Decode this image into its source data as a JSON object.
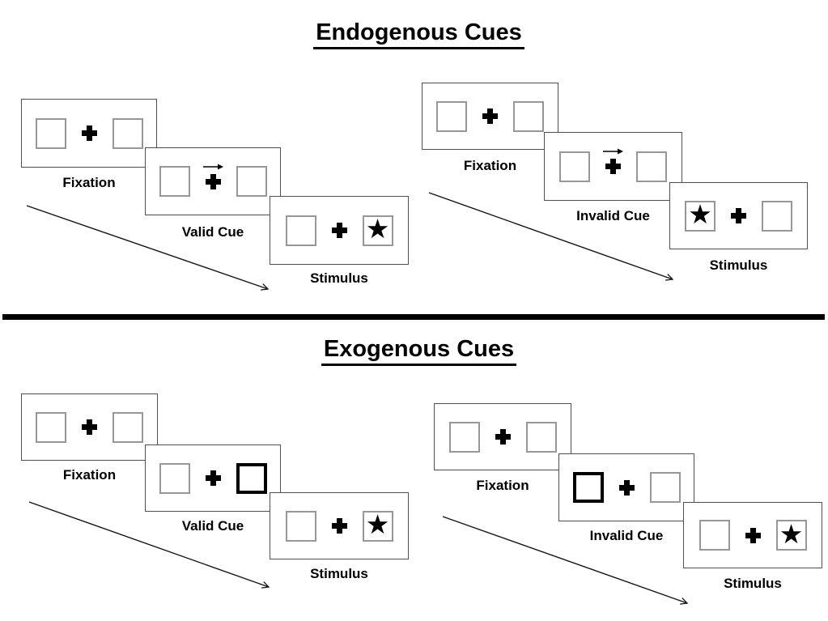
{
  "sections": [
    {
      "title": "Endogenous Cues",
      "groups": [
        {
          "name": "valid",
          "panels": [
            {
              "label": "Fixation",
              "left_box": "empty",
              "center": "plus",
              "right_box": "empty"
            },
            {
              "label": "Valid Cue",
              "left_box": "empty",
              "center": "plus-with-right-arrow",
              "right_box": "empty"
            },
            {
              "label": "Stimulus",
              "left_box": "empty",
              "center": "plus",
              "right_box": "star"
            }
          ]
        },
        {
          "name": "invalid",
          "panels": [
            {
              "label": "Fixation",
              "left_box": "empty",
              "center": "plus",
              "right_box": "empty"
            },
            {
              "label": "Invalid Cue",
              "left_box": "empty",
              "center": "plus-with-right-arrow",
              "right_box": "empty"
            },
            {
              "label": "Stimulus",
              "left_box": "star",
              "center": "plus",
              "right_box": "empty"
            }
          ]
        }
      ]
    },
    {
      "title": "Exogenous Cues",
      "groups": [
        {
          "name": "valid",
          "panels": [
            {
              "label": "Fixation",
              "left_box": "empty",
              "center": "plus",
              "right_box": "empty"
            },
            {
              "label": "Valid Cue",
              "left_box": "empty",
              "center": "plus",
              "right_box": "thick-outline"
            },
            {
              "label": "Stimulus",
              "left_box": "empty",
              "center": "plus",
              "right_box": "star"
            }
          ]
        },
        {
          "name": "invalid",
          "panels": [
            {
              "label": "Fixation",
              "left_box": "empty",
              "center": "plus",
              "right_box": "empty"
            },
            {
              "label": "Invalid Cue",
              "left_box": "thick-outline",
              "center": "plus",
              "right_box": "empty"
            },
            {
              "label": "Stimulus",
              "left_box": "empty",
              "center": "plus",
              "right_box": "star"
            }
          ]
        }
      ]
    }
  ],
  "glyphs": {
    "star": "★"
  },
  "colors": {
    "ink": "#000000",
    "panel_border": "#4f4f4f",
    "placeholder_box_border": "#979797",
    "cue_box_border": "#000000",
    "divider": "#000000",
    "background": "#ffffff"
  }
}
